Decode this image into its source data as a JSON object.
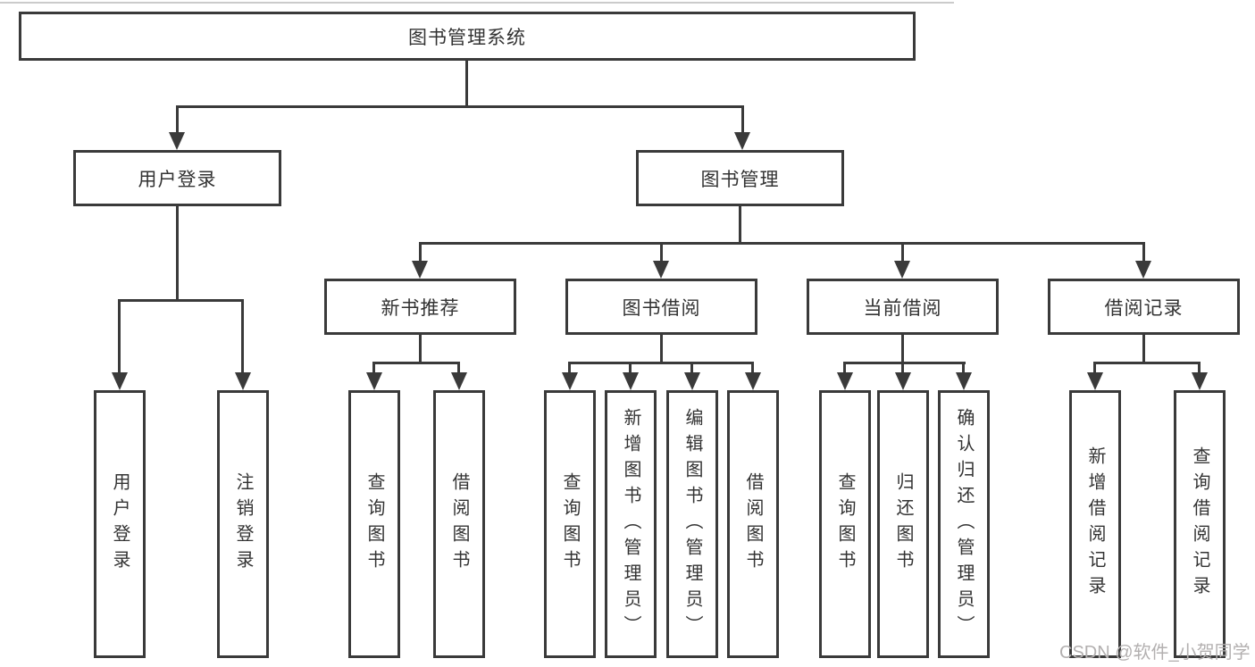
{
  "colors": {
    "line": "#3a3a3a",
    "text": "#333333",
    "watermark": "#b3b0b0",
    "background": "#ffffff"
  },
  "watermark": {
    "text": "CSDN @软件_小贺同学"
  },
  "tree": {
    "root": {
      "label": "图书管理系统"
    },
    "branches": [
      {
        "label": "用户登录",
        "children": [
          {
            "label": "用户登录"
          },
          {
            "label": "注销登录"
          }
        ]
      },
      {
        "label": "图书管理",
        "children": [
          {
            "label": "新书推荐",
            "children": [
              {
                "label": "查询图书"
              },
              {
                "label": "借阅图书"
              }
            ]
          },
          {
            "label": "图书借阅",
            "children": [
              {
                "label": "查询图书"
              },
              {
                "label": "新增图书（管理员）"
              },
              {
                "label": "编辑图书（管理员）"
              },
              {
                "label": "借阅图书"
              }
            ]
          },
          {
            "label": "当前借阅",
            "children": [
              {
                "label": "查询图书"
              },
              {
                "label": "归还图书"
              },
              {
                "label": "确认归还（管理员）"
              }
            ]
          },
          {
            "label": "借阅记录",
            "children": [
              {
                "label": "新增借阅记录"
              },
              {
                "label": "查询借阅记录"
              }
            ]
          }
        ]
      }
    ]
  }
}
